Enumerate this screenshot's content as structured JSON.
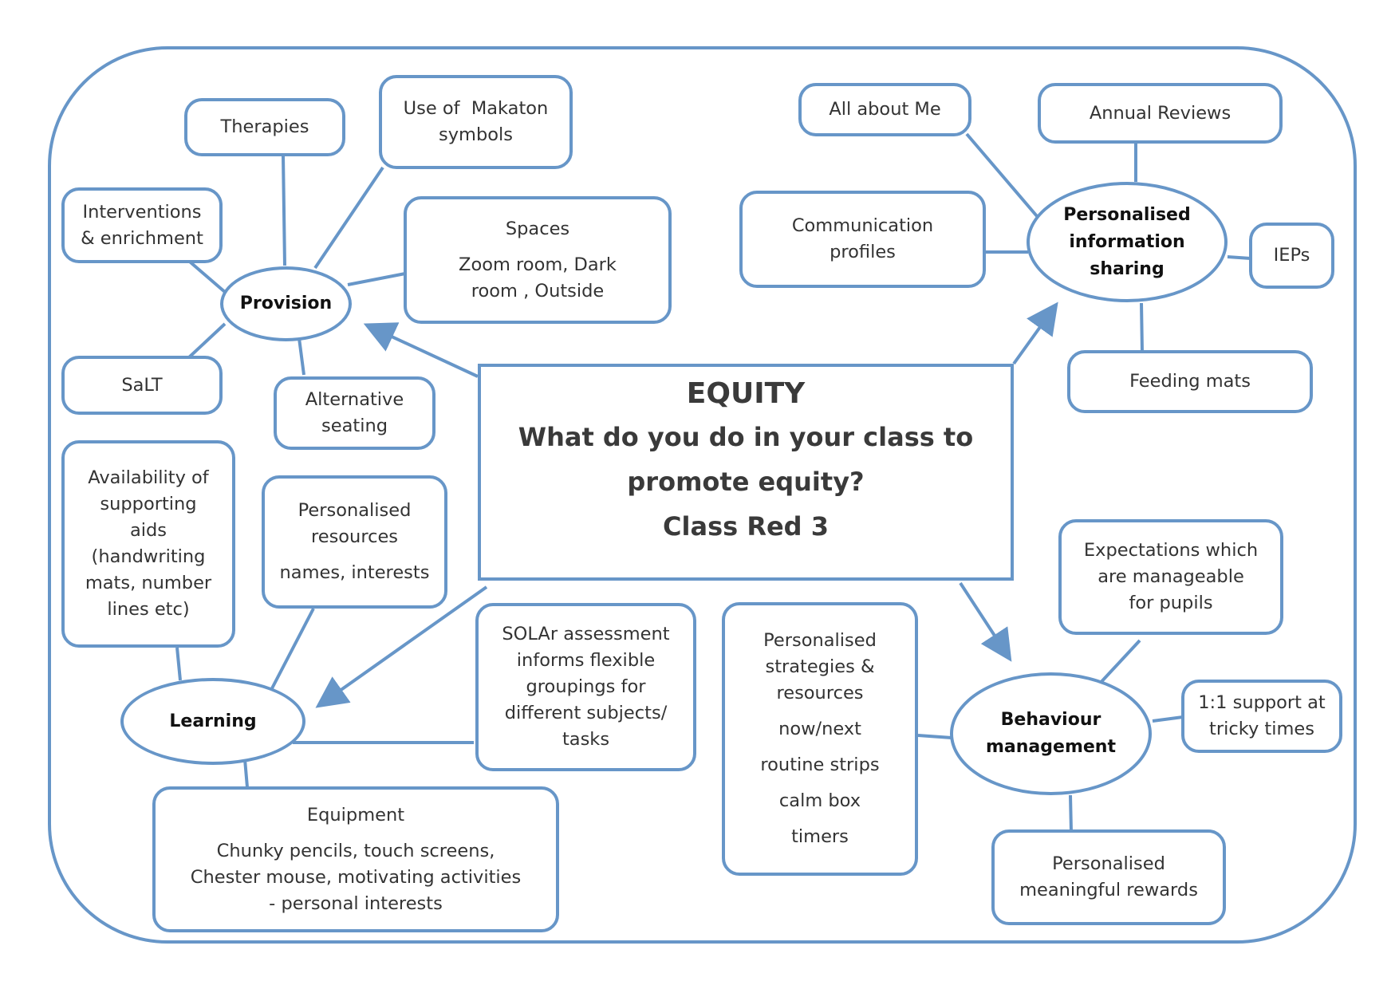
{
  "center": {
    "title": "EQUITY",
    "question_line1": "What do you do in your class to",
    "question_line2": "promote equity?",
    "class_name": "Class Red 3"
  },
  "hubs": {
    "provision": "Provision",
    "learning": "Learning",
    "info_sharing": [
      "Personalised",
      "information",
      "sharing"
    ],
    "behaviour": [
      "Behaviour",
      "management"
    ]
  },
  "provision": {
    "therapies": "Therapies",
    "makaton": [
      "Use of  Makaton",
      "symbols"
    ],
    "interventions": [
      "Interventions",
      "& enrichment"
    ],
    "spaces_title": "Spaces",
    "spaces_detail": [
      "Zoom room, Dark",
      "room , Outside"
    ],
    "salt": "SaLT",
    "seating": [
      "Alternative",
      "seating"
    ]
  },
  "learning": {
    "aids": [
      "Availability of",
      "supporting",
      "aids",
      "(handwriting",
      "mats, number",
      "lines etc)"
    ],
    "resources": [
      "Personalised",
      "resources"
    ],
    "resources_detail": "names, interests",
    "solar": [
      "SOLAr assessment",
      "informs flexible",
      "groupings for",
      "different subjects/",
      "tasks"
    ],
    "equipment_title": "Equipment",
    "equipment_detail": [
      "Chunky pencils, touch screens,",
      "Chester mouse, motivating activities",
      "- personal interests"
    ]
  },
  "info_sharing": {
    "all_about_me": "All about Me",
    "annual_reviews": "Annual Reviews",
    "communication": [
      "Communication",
      "profiles"
    ],
    "ieps": "IEPs",
    "feeding": "Feeding mats"
  },
  "behaviour": {
    "expectations": [
      "Expectations which",
      "are manageable",
      "for pupils"
    ],
    "strategies": [
      "Personalised",
      "strategies &",
      "resources"
    ],
    "strategy_items": [
      "now/next",
      "routine strips",
      "calm box",
      "timers"
    ],
    "support": [
      "1:1 support at",
      "tricky times"
    ],
    "rewards": [
      "Personalised",
      "meaningful rewards"
    ]
  },
  "colors": {
    "stroke": "#6796c8",
    "text": "#333333"
  }
}
